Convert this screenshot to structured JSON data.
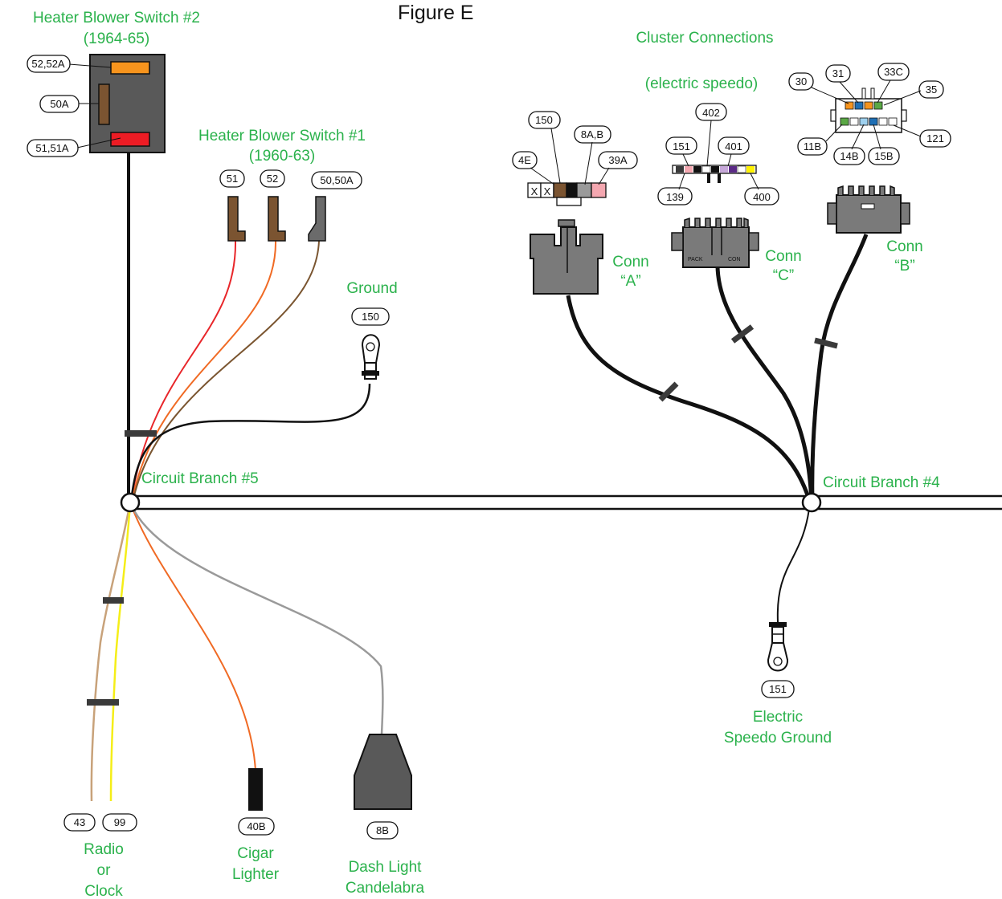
{
  "figure_title": "Figure E",
  "labels": {
    "hb2_line1": "Heater Blower Switch #2",
    "hb2_line2": "(1964-65)",
    "hb1_line1": "Heater Blower Switch #1",
    "hb1_line2": "(1960-63)",
    "ground": "Ground",
    "branch5": "Circuit Branch #5",
    "branch4": "Circuit Branch #4",
    "cluster": "Cluster Connections",
    "electric_speedo": "(electric speedo)",
    "conn_a_1": "Conn",
    "conn_a_2": "“A”",
    "conn_c_1": "Conn",
    "conn_c_2": "“C”",
    "conn_b_1": "Conn",
    "conn_b_2": "“B”",
    "radio_1": "Radio",
    "radio_2": "or",
    "radio_3": "Clock",
    "cigar_1": "Cigar",
    "cigar_2": "Lighter",
    "dash_1": "Dash Light",
    "dash_2": "Candelabra",
    "speedo_gnd_1": "Electric",
    "speedo_gnd_2": "Speedo Ground",
    "pack": "PACK",
    "con": "CON",
    "x1": "X",
    "x2": "X"
  },
  "tags": {
    "t5252a": "52,52A",
    "t50a": "50A",
    "t5151a": "51,51A",
    "t51": "51",
    "t52": "52",
    "t5050a": "50,50A",
    "t150_ground": "150",
    "t150_a": "150",
    "t4e": "4E",
    "t8ab": "8A,B",
    "t39a": "39A",
    "t402": "402",
    "t151_c": "151",
    "t401": "401",
    "t139": "139",
    "t400": "400",
    "t30": "30",
    "t31": "31",
    "t33c": "33C",
    "t35": "35",
    "t11b": "11B",
    "t14b": "14B",
    "t15b": "15B",
    "t121": "121",
    "t43": "43",
    "t99": "99",
    "t40b": "40B",
    "t8b": "8B",
    "t151_gnd": "151"
  },
  "colors": {
    "label_green": "#2bb24c",
    "connector_gray": "#7a7a7a",
    "wire_black": "#111111",
    "wire_red": "#e8262a",
    "wire_orange": "#f06a24",
    "wire_brown": "#7a5530",
    "wire_tan": "#c8a27a",
    "wire_yellow": "#f5ee18",
    "wire_gray": "#9a9a9a",
    "pin_orange": "#f7941d",
    "pin_brown": "#7b5431",
    "pin_red": "#ed1c24",
    "pin_pink": "#f4a7b0",
    "pin_purple": "#5b2a86",
    "pin_yellow": "#fff200",
    "pin_blue": "#1f6fb5",
    "pin_green": "#5aa845"
  }
}
